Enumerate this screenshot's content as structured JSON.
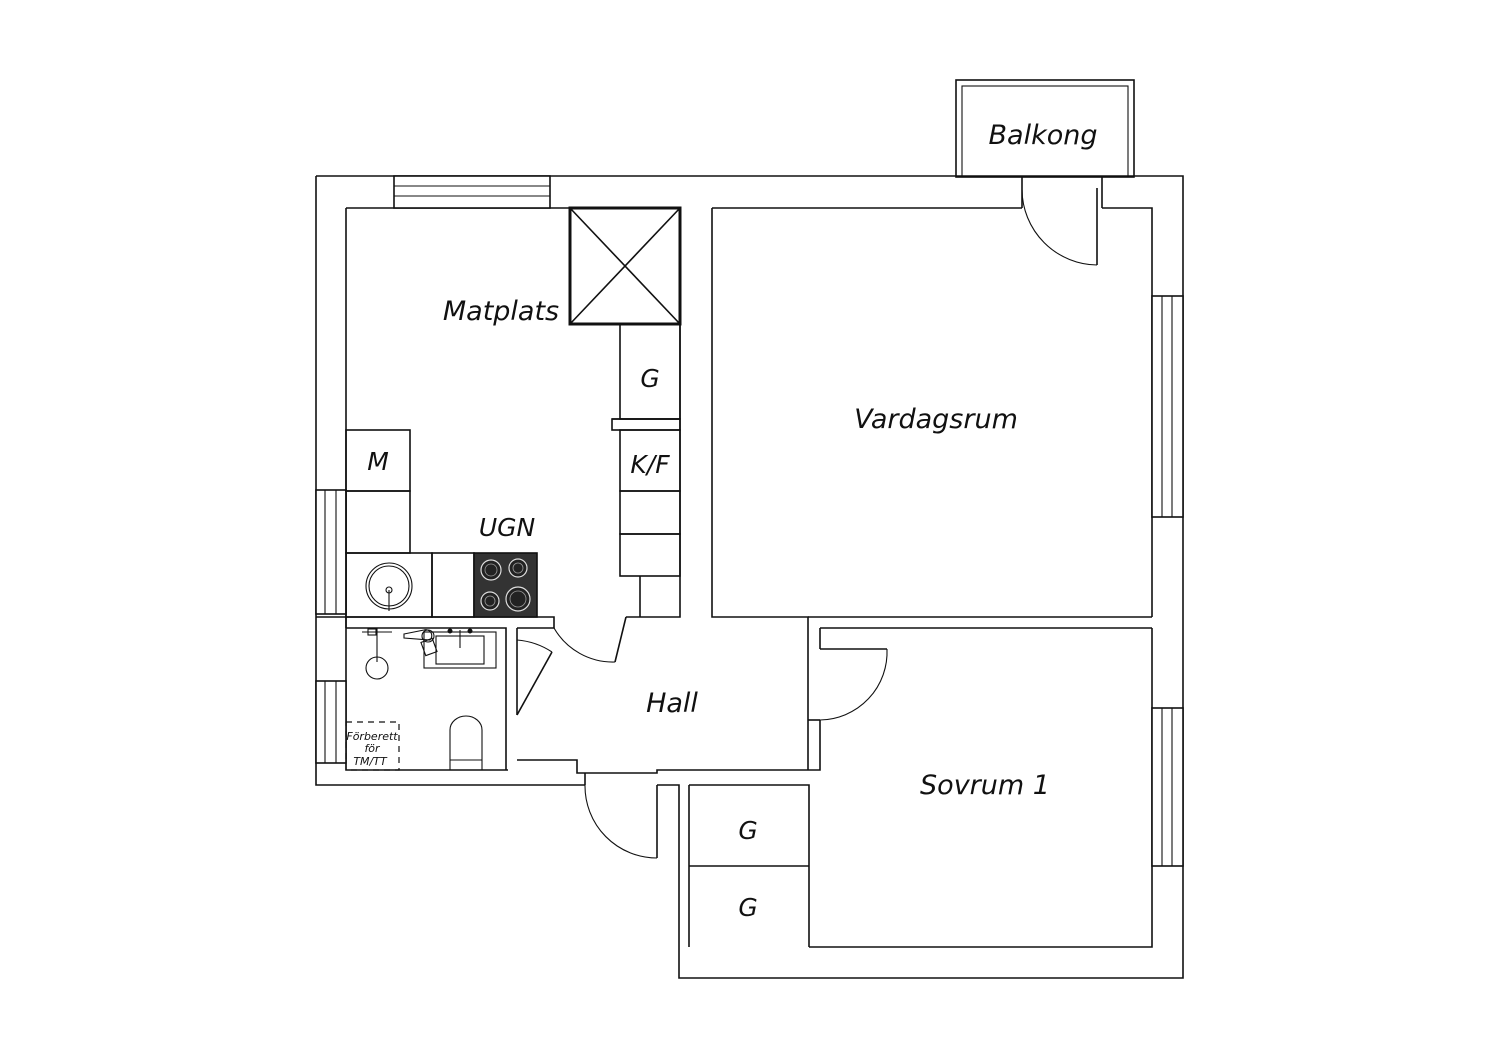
{
  "labels": {
    "balkong": "Balkong",
    "matplats": "Matplats",
    "vardagsrum": "Vardagsrum",
    "hall": "Hall",
    "sovrum": "Sovrum 1",
    "ugn": "UGN",
    "m": "M",
    "kf": "K/F",
    "g_kitchen": "G",
    "g_bed_1": "G",
    "g_bed_2": "G",
    "prepared_1": "Förberett",
    "prepared_2": "för",
    "prepared_3": "TM/TT"
  },
  "colors": {
    "wall": "#111111",
    "stove": "#333333",
    "background": "#ffffff"
  }
}
